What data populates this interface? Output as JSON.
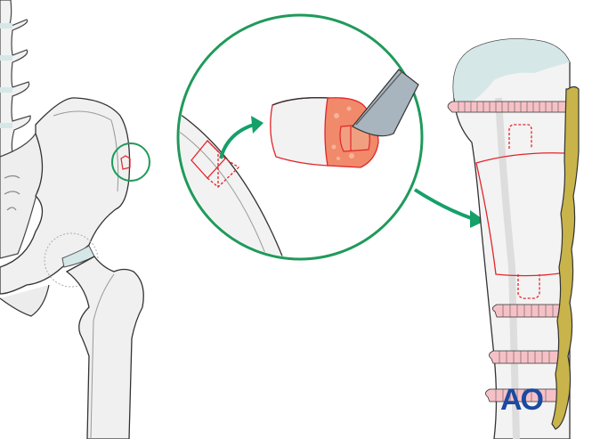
{
  "illustration": {
    "subject": "bone graft harvest from iliac crest and placement in proximal humerus with plate fixation",
    "panels": [
      {
        "id": "pelvis",
        "label": "Pelvis and hip overview with harvest site circled"
      },
      {
        "id": "magnified",
        "label": "Magnified harvest site with cortico-cancellous bone block and osteotome"
      },
      {
        "id": "humerus",
        "label": "Proximal humerus with graft in defect, fixed with plate and screws"
      }
    ],
    "screws_count": 4
  },
  "logo": {
    "text": "AO",
    "color": "#1b4aa0"
  },
  "colors": {
    "highlight_circle": "#1f9a5a",
    "arrow": "#15a06a",
    "graft_outline": "#e3252b",
    "cancellous": "#f08a6a",
    "plate": "#c8b44a",
    "screw": "#f6c1c6",
    "bone": "#f3f3f3",
    "cartilage": "#d6e7e7"
  }
}
